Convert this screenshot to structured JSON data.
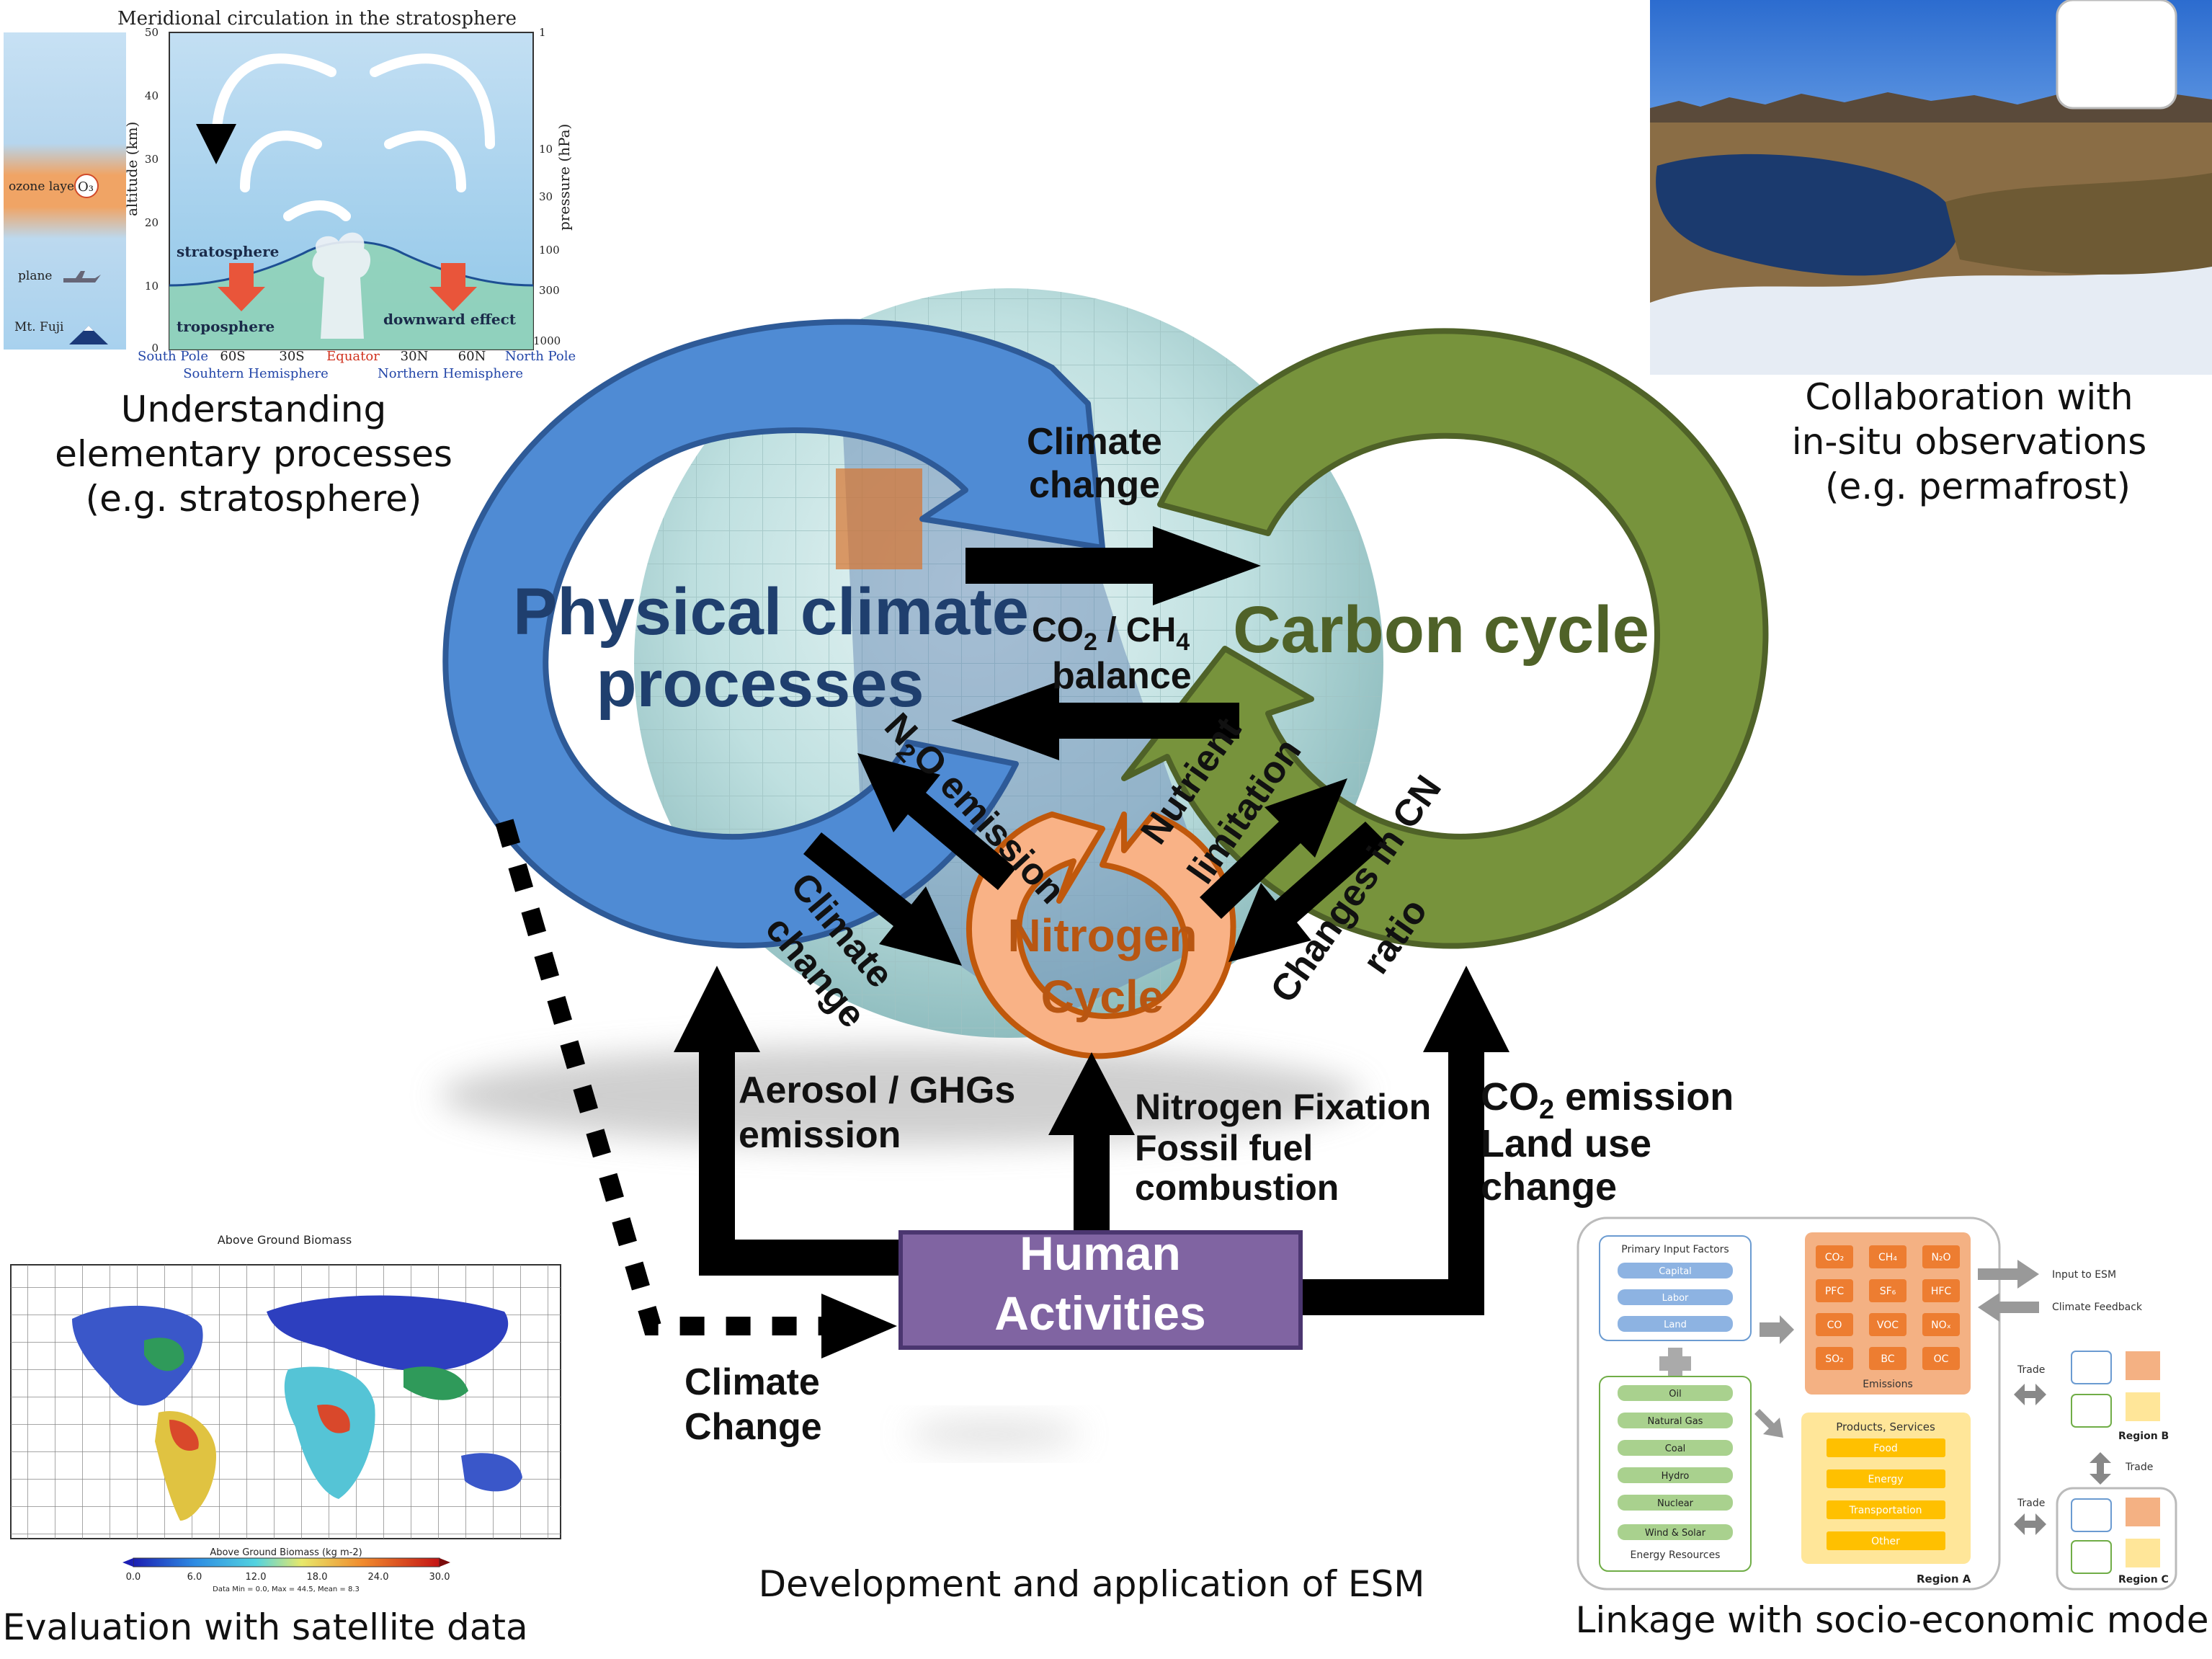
{
  "strato": {
    "title": "Meridional circulation in the stratosphere",
    "ylabel_left": "altitude (km)",
    "ylabel_right": "pressure (hPa)",
    "alt_ticks": [
      "50",
      "40",
      "30",
      "20",
      "10",
      "0"
    ],
    "pres_ticks": [
      "1",
      "10",
      "30",
      "100",
      "300",
      "1000"
    ],
    "x_ticks": [
      "South Pole",
      "60S",
      "30S",
      "Equator",
      "30N",
      "60N",
      "North Pole"
    ],
    "hemisphere_south": "Souhtern Hemisphere",
    "hemisphere_north": "Northern Hemisphere",
    "ozone_label": "ozone layer",
    "ozone_symbol": "O₃",
    "plane_label": "plane",
    "fuji_label": "Mt. Fuji",
    "stratosphere_label": "stratosphere",
    "troposphere_label": "troposphere",
    "downward_label": "downward effect",
    "caption_1": "Understanding",
    "caption_2": "elementary processes",
    "caption_3": "(e.g. stratosphere)"
  },
  "photo": {
    "caption_1": "Collaboration with",
    "caption_2": "in-situ observations",
    "caption_3": "(e.g. permafrost)"
  },
  "main": {
    "physical_1": "Physical climate",
    "physical_2": "processes",
    "carbon": "Carbon cycle",
    "nitrogen_1": "Nitrogen",
    "nitrogen_2": "Cycle",
    "climate_change_top_1": "Climate",
    "climate_change_top_2": "change",
    "co2_ch4_1a": "CO",
    "co2_ch4_1b": "2",
    "co2_ch4_1c": " / CH",
    "co2_ch4_1d": "4",
    "co2_ch4_2": "balance",
    "n2o_a": "N",
    "n2o_b": "2",
    "n2o_c": "O emission",
    "nutrient_1": "Nutrient",
    "nutrient_2": "limitation",
    "climate_change_mid_1": "Climate",
    "climate_change_mid_2": "change",
    "cn_1": "Changes in CN",
    "cn_2": "ratio",
    "aerosol_1": "Aerosol / GHGs",
    "aerosol_2": "emission",
    "nfix_1": "Nitrogen Fixation",
    "nfix_2": "Fossil fuel",
    "nfix_3": "combustion",
    "co2em_1a": "CO",
    "co2em_1b": "2",
    "co2em_1c": " emission",
    "co2em_2": "Land use",
    "co2em_3": "change",
    "human_1": "Human",
    "human_2": "Activities",
    "climate_change_bottom_1": "Climate",
    "climate_change_bottom_2": "Change",
    "footer": "Development and application of ESM"
  },
  "biomass": {
    "title": "Above Ground Biomass",
    "colorbar_label": "Above Ground Biomass (kg m-2)",
    "ticks": [
      "0.0",
      "6.0",
      "12.0",
      "18.0",
      "24.0",
      "30.0"
    ],
    "stats": "Data Min = 0.0, Max = 44.5, Mean = 8.3",
    "caption": "Evaluation with satellite data"
  },
  "socio": {
    "primary_title": "Primary Input Factors",
    "primary_items": [
      "Capital",
      "Labor",
      "Land"
    ],
    "energy_items": [
      "Oil",
      "Natural Gas",
      "Coal",
      "Hydro",
      "Nuclear",
      "Wind & Solar"
    ],
    "energy_title": "Energy Resources",
    "emission_items": [
      "CO₂",
      "CH₄",
      "N₂O",
      "PFC",
      "SF₆",
      "HFC",
      "CO",
      "VOC",
      "NOₓ",
      "SO₂",
      "BC",
      "OC"
    ],
    "emissions_title": "Emissions",
    "products_title": "Products, Services",
    "products_items": [
      "Food",
      "Energy",
      "Transportation",
      "Other"
    ],
    "region_a": "Region A",
    "region_b": "Region B",
    "region_c": "Region C",
    "input_esm": "Input to ESM",
    "climate_feedback": "Climate Feedback",
    "trade_1": "Trade",
    "trade_2": "Trade",
    "trade_3": "Trade",
    "caption": "Linkage with socio-economic model"
  },
  "colors": {
    "physical_blue": "#4f8bd4",
    "physical_text": "#1f3f6e",
    "carbon_green": "#77933c",
    "carbon_text": "#4f6228",
    "nitrogen_fill": "#f9b286",
    "nitrogen_stroke": "#c0580c",
    "nitrogen_text": "#b85612",
    "human_fill": "#8064a2"
  }
}
